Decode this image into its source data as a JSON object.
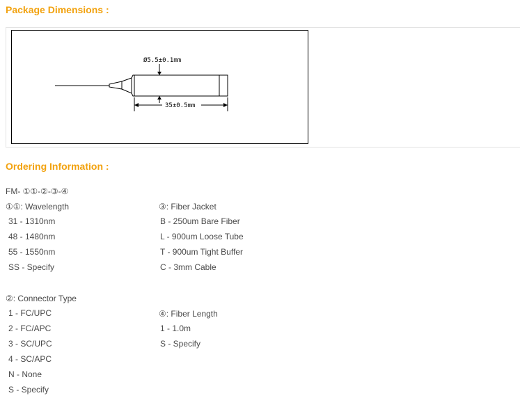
{
  "package_heading": "Package Dimensions :",
  "drawing": {
    "diameter_label": "Ø5.5±0.1mm",
    "length_label": "35±0.5mm"
  },
  "ordering_heading": "Ordering Information :",
  "part_code": "FM- ①①-②-③-④",
  "left_column": {
    "wavelength": {
      "title": "①①: Wavelength",
      "items": [
        "31 - 1310nm",
        "48 - 1480nm",
        "55 - 1550nm",
        "SS - Specify"
      ]
    },
    "connector": {
      "title": "②: Connector Type",
      "items": [
        "1 - FC/UPC",
        "2 - FC/APC",
        "3 - SC/UPC",
        "4 - SC/APC",
        "N - None",
        "S - Specify"
      ]
    }
  },
  "right_column": {
    "jacket": {
      "title": "③: Fiber Jacket",
      "items": [
        "B - 250um Bare Fiber",
        "L - 900um Loose Tube",
        "T - 900um Tight Buffer",
        "C - 3mm Cable"
      ]
    },
    "length": {
      "title": "④: Fiber Length",
      "items": [
        "1 - 1.0m",
        "S - Specify"
      ]
    }
  }
}
